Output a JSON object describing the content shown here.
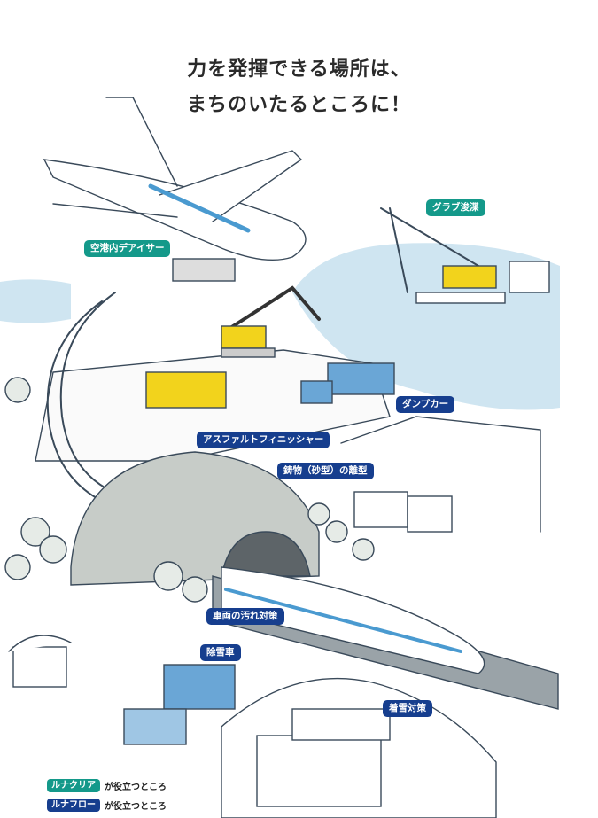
{
  "title": {
    "line1": "力を発揮できる場所は、",
    "line2": "まちのいたるところに！"
  },
  "labels": {
    "deicer": "空港内デアイサー",
    "grab_dredging": "グラブ浚渫",
    "dump_truck": "ダンプカー",
    "asphalt_finisher": "アスファルトフィニッシャー",
    "casting_release": "鋳物（砂型）の離型",
    "vehicle_dirt": "車両の汚れ対策",
    "snowplow": "除雪車",
    "snow_adhesion": "着雪対策"
  },
  "legend": [
    {
      "product": "ルナクリア",
      "text": "が役立つところ",
      "color": "#14998a"
    },
    {
      "product": "ルナフロー",
      "text": "が役立つところ",
      "color": "#163e8e"
    }
  ]
}
